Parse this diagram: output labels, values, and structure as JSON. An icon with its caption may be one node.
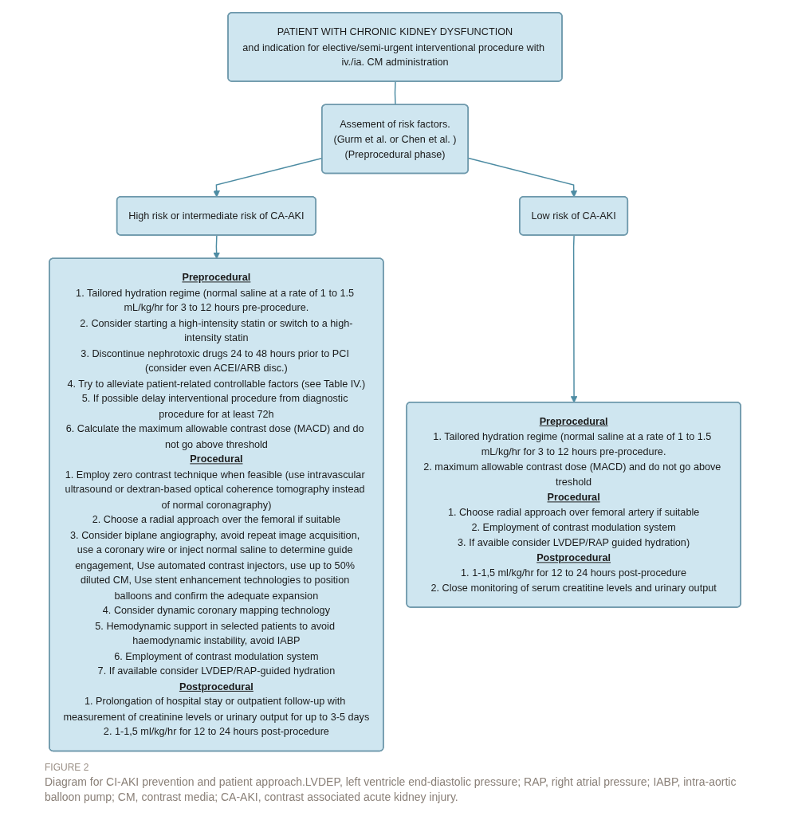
{
  "diagram": {
    "caption": "Diagram for CI-AKI prevention and patient approach.LVDEP, left ventricle end-diastolic pressure; RAP, right atrial pressure; IABP, intra-aortic balloon pump; CM, contrast media; CA-AKI, contrast associated acute kidney injury.",
    "nodes": [
      {
        "text": [
          "PATIENT WITH CHRONIC KIDNEY DYSFUNCTION",
          "and indication for elective/semi-urgent interventional procedure with iv./ia. CM administration"
        ]
      },
      {
        "text": [
          "Assement of risk factors.",
          "(Gurm et al. or Chen et al. )",
          "(Preprocedural phase)"
        ]
      },
      {
        "text": [
          "High risk or intermediate risk of CA-AKI"
        ]
      },
      {
        "text": [
          "Low risk of CA-AKI"
        ]
      },
      {
        "text": [
          "Preprocedural",
          "1. Tailored hydration regime (normal saline at a rate of 1 to 1.5 mL/kg/hr for 3 to 12 hours pre-procedure.",
          "2. Consider starting a high-intensity statin or switch to a high-intensity statin",
          "3. Discontinue nephrotoxic drugs 24 to 48 hours prior to PCI (consider even ACEI/ARB disc.)",
          "4. Try to alleviate patient-related controllable factors (see Table IV.)",
          "5. If possible delay interventional procedure from diagnostic procedure for at least 72h",
          "6. Calculate the maximum allowable contrast dose (MACD) and do not go above threshold",
          "Procedural",
          "1. Employ zero contrast technique when feasible (use intravascular ultrasound or dextran-based optical coherence tomography instead of normal coronagraphy)",
          "2. Choose a radial approach over the femoral if suitable",
          "3. Consider biplane angiography, avoid repeat image acquisition, use a coronary wire or inject normal saline to determine guide engagement, Use automated contrast injectors, use up to 50% diluted CM, Use stent enhancement technologies to position balloons and confirm the adequate expansion",
          "4. Consider dynamic coronary mapping technology",
          "5. Hemodynamic support in selected patients to avoid haemodynamic instability, avoid IABP",
          "6. Employment of contrast modulation system",
          "7. If available consider LVDEP/RAP-guided hydration",
          "Postprocedural",
          "1. Prolongation of hospital stay or outpatient follow-up with measurement of creatinine levels or urinary output for up to 3-5 days",
          "2. 1-1,5 ml/kg/hr for 12 to 24 hours post-procedure"
        ]
      },
      {
        "text": [
          "Preprocedural",
          "1. Tailored hydration regime (normal saline at a rate of 1 to 1.5 mL/kg/hr for 3 to 12 hours pre-procedure.",
          "2. maximum allowable contrast dose (MACD) and do not go above treshold",
          "Procedural",
          "1. Choose radial approach over femoral artery if suitable",
          "2. Employment of contrast modulation system",
          "3. If avaible consider LVDEP/RAP guided hydration)",
          "Postprocedural",
          "1. 1-1,5 ml/kg/hr for 12 to 24 hours post-procedure",
          "2. Close monitoring of serum creatitine levels and urinary output"
        ]
      }
    ],
    "edges": [
      {
        "from": 0,
        "to": 1,
        "arrow": "none"
      },
      {
        "from": 1,
        "to": 2,
        "arrow": "to"
      },
      {
        "from": 1,
        "to": 3,
        "arrow": "to"
      },
      {
        "from": 2,
        "to": 4,
        "arrow": "to"
      },
      {
        "from": 3,
        "to": 5,
        "arrow": "to"
      }
    ],
    "labels": [
      "FIGURE 2"
    ]
  }
}
